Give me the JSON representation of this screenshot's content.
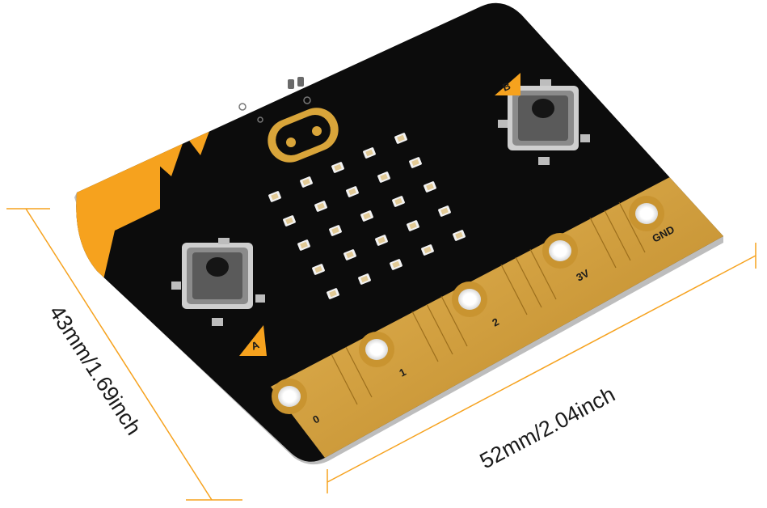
{
  "dimensions": {
    "width_label": "52mm/2.04inch",
    "height_label": "43mm/1.69inch"
  },
  "board": {
    "button_labels": {
      "a": "A",
      "b": "B"
    },
    "pin_labels": [
      "0",
      "1",
      "2",
      "3V",
      "GND"
    ]
  },
  "colors": {
    "board": "#0c0c0c",
    "accent": "#f6a21e",
    "gold": "#d9a53a",
    "dimension_line": "#f6a21e",
    "led": "#ffffff",
    "button": "#5a5a5a"
  }
}
